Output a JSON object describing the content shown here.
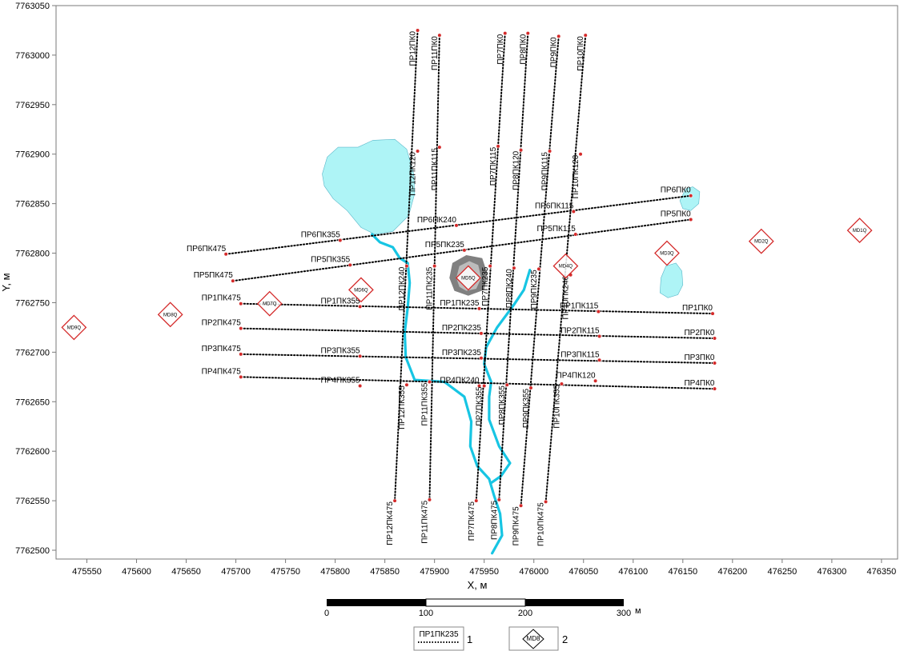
{
  "axes": {
    "x_label": "X, м",
    "y_label": "Y, м",
    "x_ticks": [
      "475550",
      "475600",
      "475650",
      "475700",
      "475750",
      "475800",
      "475850",
      "475900",
      "475950",
      "476000",
      "476050",
      "476100",
      "476150",
      "476200",
      "476250",
      "476300",
      "476350"
    ],
    "y_ticks": [
      "7763050",
      "7763000",
      "7762950",
      "7762900",
      "7762850",
      "7762800",
      "7762750",
      "7762700",
      "7762650",
      "7762600",
      "7762550",
      "7762500"
    ]
  },
  "scale_bar": {
    "labels": [
      "0",
      "100",
      "200",
      "300"
    ],
    "unit": "м"
  },
  "legend": {
    "item1": {
      "sample": "ПР1ПК235",
      "number": "1"
    },
    "item2": {
      "sample": "MD8",
      "number": "2"
    }
  },
  "colors": {
    "water": "#aef4f6",
    "stream": "#17c5e3",
    "marker": "#d42a2a",
    "profile": "#000000",
    "gray_dark": "#808080",
    "gray_light": "#bcbcbc"
  },
  "profiles_horizontal": [
    {
      "name": "ПР1",
      "from": {
        "x": 475705,
        "y": 7762749
      },
      "to": {
        "x": 476180,
        "y": 7762739
      },
      "points": [
        {
          "label": "ПР1ПК475",
          "x": 475705,
          "y": 7762749
        },
        {
          "label": "ПР1ПК355",
          "x": 475825,
          "y": 7762746
        },
        {
          "label": "ПР1ПК235",
          "x": 475945,
          "y": 7762744
        },
        {
          "label": "ПР1ПК115",
          "x": 476065,
          "y": 7762741
        },
        {
          "label": "ПР1ПК0",
          "x": 476180,
          "y": 7762739
        }
      ]
    },
    {
      "name": "ПР2",
      "from": {
        "x": 475705,
        "y": 7762724
      },
      "to": {
        "x": 476182,
        "y": 7762714
      },
      "points": [
        {
          "label": "ПР2ПК475",
          "x": 475705,
          "y": 7762724
        },
        {
          "label": "ПР2ПК235",
          "x": 475947,
          "y": 7762719
        },
        {
          "label": "ПР2ПК115",
          "x": 476066,
          "y": 7762716
        },
        {
          "label": "ПР2ПК0",
          "x": 476182,
          "y": 7762714
        }
      ]
    },
    {
      "name": "ПР3",
      "from": {
        "x": 475705,
        "y": 7762698
      },
      "to": {
        "x": 476182,
        "y": 7762689
      },
      "points": [
        {
          "label": "ПР3ПК475",
          "x": 475705,
          "y": 7762698
        },
        {
          "label": "ПР3ПК355",
          "x": 475825,
          "y": 7762696
        },
        {
          "label": "ПР3ПК235",
          "x": 475947,
          "y": 7762694
        },
        {
          "label": "ПР3ПК115",
          "x": 476066,
          "y": 7762692
        },
        {
          "label": "ПР3ПК0",
          "x": 476182,
          "y": 7762689
        }
      ]
    },
    {
      "name": "ПР4",
      "from": {
        "x": 475705,
        "y": 7762675
      },
      "to": {
        "x": 476182,
        "y": 7762663
      },
      "points": [
        {
          "label": "ПР4ПК475",
          "x": 475705,
          "y": 7762675
        },
        {
          "label": "ПР4ПК355",
          "x": 475825,
          "y": 7762666
        },
        {
          "label": "ПР4ПК240",
          "x": 475945,
          "y": 7762666
        },
        {
          "label": "ПР4ПК120",
          "x": 476062,
          "y": 7762671
        },
        {
          "label": "ПР4ПК0",
          "x": 476182,
          "y": 7762663
        }
      ]
    },
    {
      "name": "ПР5",
      "from": {
        "x": 475697,
        "y": 7762772
      },
      "to": {
        "x": 476158,
        "y": 7762834
      },
      "points": [
        {
          "label": "ПР5ПК475",
          "x": 475697,
          "y": 7762772
        },
        {
          "label": "ПР5ПК355",
          "x": 475815,
          "y": 7762788
        },
        {
          "label": "ПР5ПК235",
          "x": 475930,
          "y": 7762803
        },
        {
          "label": "ПР5ПК115",
          "x": 476042,
          "y": 7762819
        },
        {
          "label": "ПР5ПК0",
          "x": 476158,
          "y": 7762834
        }
      ]
    },
    {
      "name": "ПР6",
      "from": {
        "x": 475690,
        "y": 7762799
      },
      "to": {
        "x": 476158,
        "y": 7762858
      },
      "points": [
        {
          "label": "ПР6ПК475",
          "x": 475690,
          "y": 7762799
        },
        {
          "label": "ПР6ПК355",
          "x": 475805,
          "y": 7762813
        },
        {
          "label": "ПР6ПК240",
          "x": 475922,
          "y": 7762828
        },
        {
          "label": "ПР6ПК115",
          "x": 476040,
          "y": 7762842
        },
        {
          "label": "ПР6ПК0",
          "x": 476158,
          "y": 7762858
        }
      ]
    }
  ],
  "profiles_vertical": [
    {
      "name": "ПР12",
      "from": {
        "x": 475883,
        "y": 7763025
      },
      "to": {
        "x": 475860,
        "y": 7762550
      },
      "points": [
        {
          "label": "ПР12ПК0",
          "x": 475883,
          "y": 7763025
        },
        {
          "label": "ПР12ПК120",
          "x": 475883,
          "y": 7762903
        },
        {
          "label": "ПР12ПК240",
          "x": 475872,
          "y": 7762787
        },
        {
          "label": "ПР12ПК355",
          "x": 475872,
          "y": 7762667
        },
        {
          "label": "ПР12ПК475",
          "x": 475860,
          "y": 7762550
        }
      ]
    },
    {
      "name": "ПР11",
      "from": {
        "x": 475905,
        "y": 7763020
      },
      "to": {
        "x": 475895,
        "y": 7762551
      },
      "points": [
        {
          "label": "ПР11ПК0",
          "x": 475905,
          "y": 7763020
        },
        {
          "label": "ПР11ПК115",
          "x": 475905,
          "y": 7762907
        },
        {
          "label": "ПР11ПК235",
          "x": 475900,
          "y": 7762787
        },
        {
          "label": "ПР11ПК355",
          "x": 475895,
          "y": 7762670
        },
        {
          "label": "ПР11ПК475",
          "x": 475895,
          "y": 7762551
        }
      ]
    },
    {
      "name": "ПР7",
      "from": {
        "x": 475971,
        "y": 7763022
      },
      "to": {
        "x": 475942,
        "y": 7762550
      },
      "points": [
        {
          "label": "ПР7ПК0",
          "x": 475971,
          "y": 7763022
        },
        {
          "label": "ПР7ПК115",
          "x": 475964,
          "y": 7762908
        },
        {
          "label": "ПР7ПК235",
          "x": 475956,
          "y": 7762787
        },
        {
          "label": "ПР7ПК355",
          "x": 475950,
          "y": 7762666
        },
        {
          "label": "ПР7ПК475",
          "x": 475942,
          "y": 7762550
        }
      ]
    },
    {
      "name": "ПР8",
      "from": {
        "x": 475994,
        "y": 7763022
      },
      "to": {
        "x": 475965,
        "y": 7762551
      },
      "points": [
        {
          "label": "ПР8ПК0",
          "x": 475994,
          "y": 7763022
        },
        {
          "label": "ПР8ПК120",
          "x": 475987,
          "y": 7762904
        },
        {
          "label": "ПР8ПК240",
          "x": 475980,
          "y": 7762785
        },
        {
          "label": "ПР8ПК355",
          "x": 475973,
          "y": 7762667
        },
        {
          "label": "ПР8ПК475",
          "x": 475965,
          "y": 7762551
        }
      ]
    },
    {
      "name": "ПР9",
      "from": {
        "x": 476025,
        "y": 7763019
      },
      "to": {
        "x": 475987,
        "y": 7762545
      },
      "points": [
        {
          "label": "ПР9ПК0",
          "x": 476025,
          "y": 7763019
        },
        {
          "label": "ПР9ПК115",
          "x": 476016,
          "y": 7762903
        },
        {
          "label": "ПР9ПК235",
          "x": 476005,
          "y": 7762784
        },
        {
          "label": "ПР9ПК355",
          "x": 475997,
          "y": 7762664
        },
        {
          "label": "ПР9ПК475",
          "x": 475987,
          "y": 7762545
        }
      ]
    },
    {
      "name": "ПР10",
      "from": {
        "x": 476052,
        "y": 7763020
      },
      "to": {
        "x": 476012,
        "y": 7762549
      },
      "points": [
        {
          "label": "ПР10ПК0",
          "x": 476052,
          "y": 7763020
        },
        {
          "label": "ПР10ПК120",
          "x": 476047,
          "y": 7762900
        },
        {
          "label": "ПР10ПК240",
          "x": 476037,
          "y": 7762778
        },
        {
          "label": "ПР10ПК355",
          "x": 476028,
          "y": 7762668
        },
        {
          "label": "ПР10ПК475",
          "x": 476012,
          "y": 7762549
        }
      ]
    }
  ],
  "md_points": [
    {
      "label": "MD1Q",
      "x": 476328,
      "y": 7762823
    },
    {
      "label": "MD2Q",
      "x": 476229,
      "y": 7762812
    },
    {
      "label": "MD3Q",
      "x": 476134,
      "y": 7762800
    },
    {
      "label": "MD4Q",
      "x": 476032,
      "y": 7762787
    },
    {
      "label": "MD5Q",
      "x": 475934,
      "y": 7762775
    },
    {
      "label": "MD6Q",
      "x": 475826,
      "y": 7762763
    },
    {
      "label": "MD7Q",
      "x": 475734,
      "y": 7762749
    },
    {
      "label": "MD8Q",
      "x": 475634,
      "y": 7762738
    },
    {
      "label": "MD9Q",
      "x": 475537,
      "y": 7762725
    }
  ],
  "water_bodies": [
    {
      "name": "lake-large",
      "points": [
        [
          475787,
          7762880
        ],
        [
          475792,
          7762897
        ],
        [
          475803,
          7762907
        ],
        [
          475823,
          7762907
        ],
        [
          475838,
          7762914
        ],
        [
          475860,
          7762915
        ],
        [
          475872,
          7762905
        ],
        [
          475879,
          7762880
        ],
        [
          475880,
          7762860
        ],
        [
          475874,
          7762838
        ],
        [
          475858,
          7762822
        ],
        [
          475840,
          7762819
        ],
        [
          475826,
          7762826
        ],
        [
          475812,
          7762843
        ],
        [
          475798,
          7762855
        ],
        [
          475789,
          7762868
        ]
      ]
    },
    {
      "name": "lake-small-top",
      "points": [
        [
          476147,
          7762853
        ],
        [
          476153,
          7762865
        ],
        [
          476160,
          7762867
        ],
        [
          476167,
          7762862
        ],
        [
          476166,
          7762850
        ],
        [
          476158,
          7762843
        ],
        [
          476150,
          7762845
        ]
      ]
    },
    {
      "name": "lake-small-bottom",
      "points": [
        [
          476127,
          7762760
        ],
        [
          476128,
          7762775
        ],
        [
          476133,
          7762787
        ],
        [
          476143,
          7762790
        ],
        [
          476149,
          7762782
        ],
        [
          476150,
          7762768
        ],
        [
          476145,
          7762758
        ],
        [
          476135,
          7762755
        ]
      ]
    }
  ],
  "pond": {
    "outer": [
      [
        475915,
        7762775
      ],
      [
        475918,
        7762790
      ],
      [
        475932,
        7762798
      ],
      [
        475948,
        7762795
      ],
      [
        475953,
        7762780
      ],
      [
        475950,
        7762763
      ],
      [
        475934,
        7762757
      ],
      [
        475920,
        7762762
      ]
    ],
    "inner": [
      [
        475922,
        7762775
      ],
      [
        475925,
        7762787
      ],
      [
        475935,
        7762792
      ],
      [
        475944,
        7762788
      ],
      [
        475947,
        7762775
      ],
      [
        475942,
        7762764
      ],
      [
        475932,
        7762762
      ],
      [
        475925,
        7762766
      ]
    ]
  },
  "streams": [
    {
      "name": "stream-main",
      "points": [
        [
          475837,
          7762819
        ],
        [
          475845,
          7762811
        ],
        [
          475858,
          7762806
        ],
        [
          475865,
          7762795
        ],
        [
          475873,
          7762790
        ],
        [
          475875,
          7762770
        ],
        [
          475873,
          7762745
        ],
        [
          475870,
          7762720
        ],
        [
          475871,
          7762695
        ],
        [
          475880,
          7762672
        ],
        [
          475895,
          7762671
        ],
        [
          475910,
          7762670
        ],
        [
          475930,
          7762655
        ],
        [
          475937,
          7762630
        ],
        [
          475936,
          7762605
        ],
        [
          475943,
          7762585
        ],
        [
          475955,
          7762572
        ],
        [
          475960,
          7762555
        ],
        [
          475966,
          7762537
        ],
        [
          475968,
          7762515
        ],
        [
          475958,
          7762497
        ]
      ]
    },
    {
      "name": "stream-branch",
      "points": [
        [
          475996,
          7762783
        ],
        [
          475990,
          7762763
        ],
        [
          475980,
          7762748
        ],
        [
          475963,
          7762725
        ],
        [
          475952,
          7762705
        ],
        [
          475950,
          7762688
        ],
        [
          475957,
          7762670
        ],
        [
          475955,
          7762655
        ],
        [
          475955,
          7762632
        ],
        [
          475965,
          7762605
        ],
        [
          475976,
          7762588
        ],
        [
          475967,
          7762575
        ],
        [
          475957,
          7762568
        ]
      ]
    }
  ]
}
